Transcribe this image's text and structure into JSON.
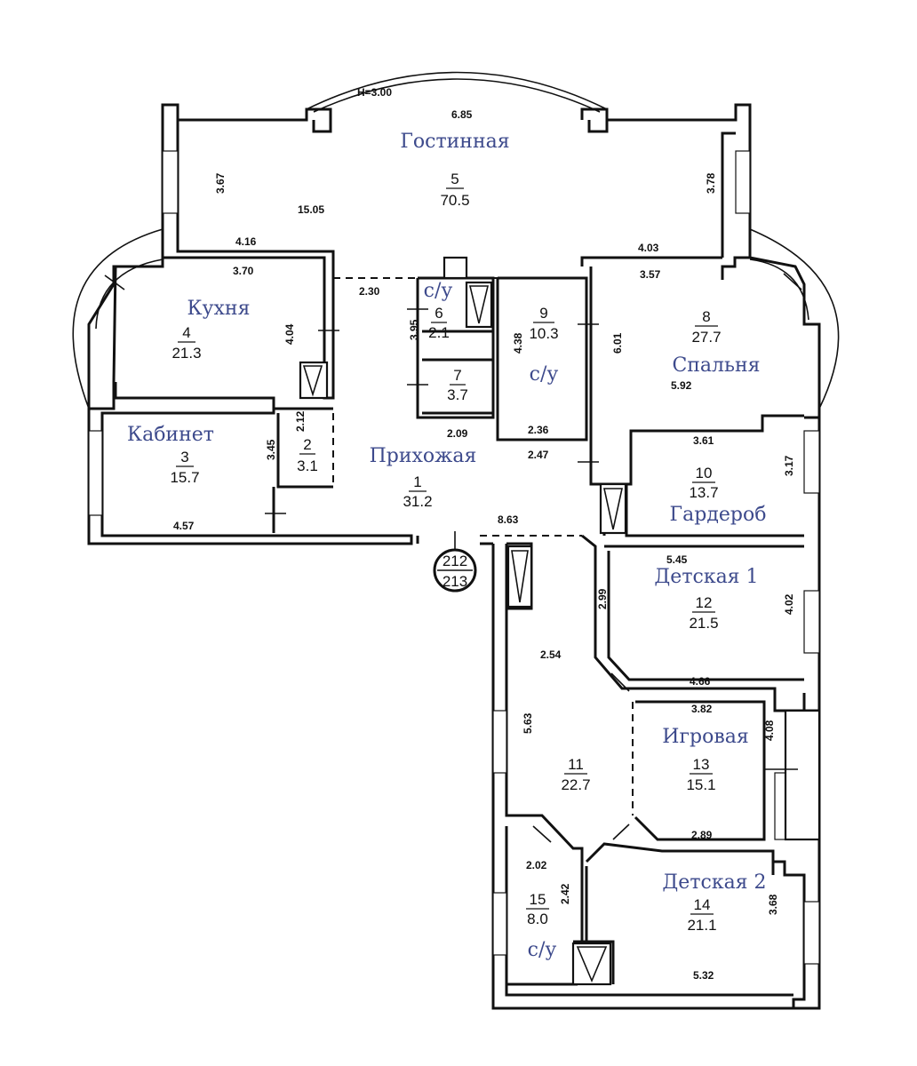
{
  "height_label": "H=3.00",
  "stair_label": [
    "212",
    "213"
  ],
  "rooms": [
    {
      "id": "r1",
      "number": "1",
      "area": "31.2",
      "name": "Прихожая"
    },
    {
      "id": "r2",
      "number": "2",
      "area": "3.1",
      "name": ""
    },
    {
      "id": "r3",
      "number": "3",
      "area": "15.7",
      "name": "Кабинет"
    },
    {
      "id": "r4",
      "number": "4",
      "area": "21.3",
      "name": "Кухня"
    },
    {
      "id": "r5",
      "number": "5",
      "area": "70.5",
      "name": "Гостинная"
    },
    {
      "id": "r6",
      "number": "6",
      "area": "2.1",
      "name": "с/у"
    },
    {
      "id": "r7",
      "number": "7",
      "area": "3.7",
      "name": ""
    },
    {
      "id": "r8",
      "number": "8",
      "area": "27.7",
      "name": "Спальня"
    },
    {
      "id": "r9",
      "number": "9",
      "area": "10.3",
      "name": "с/у"
    },
    {
      "id": "r10",
      "number": "10",
      "area": "13.7",
      "name": "Гардероб"
    },
    {
      "id": "r11",
      "number": "11",
      "area": "22.7",
      "name": ""
    },
    {
      "id": "r12",
      "number": "12",
      "area": "21.5",
      "name": "Детская 1"
    },
    {
      "id": "r13",
      "number": "13",
      "area": "15.1",
      "name": "Игровая"
    },
    {
      "id": "r14",
      "number": "14",
      "area": "21.1",
      "name": "Детская 2"
    },
    {
      "id": "r15",
      "number": "15",
      "area": "8.0",
      "name": "с/у"
    }
  ],
  "dimensions": [
    {
      "id": "d1",
      "value": "6.85"
    },
    {
      "id": "d2",
      "value": "3.67"
    },
    {
      "id": "d3",
      "value": "15.05"
    },
    {
      "id": "d4",
      "value": "3.78"
    },
    {
      "id": "d5",
      "value": "4.16"
    },
    {
      "id": "d6",
      "value": "4.03"
    },
    {
      "id": "d7",
      "value": "3.70"
    },
    {
      "id": "d8",
      "value": "2.30"
    },
    {
      "id": "d9",
      "value": "3.57"
    },
    {
      "id": "d10",
      "value": "4.04"
    },
    {
      "id": "d11",
      "value": "3.95"
    },
    {
      "id": "d12",
      "value": "4.38"
    },
    {
      "id": "d13",
      "value": "6.01"
    },
    {
      "id": "d14",
      "value": "5.92"
    },
    {
      "id": "d15",
      "value": "2.12"
    },
    {
      "id": "d16",
      "value": "2.09"
    },
    {
      "id": "d17",
      "value": "2.36"
    },
    {
      "id": "d18",
      "value": "3.61"
    },
    {
      "id": "d19",
      "value": "3.45"
    },
    {
      "id": "d20",
      "value": "2.47"
    },
    {
      "id": "d21",
      "value": "3.17"
    },
    {
      "id": "d22",
      "value": "4.57"
    },
    {
      "id": "d23",
      "value": "8.63"
    },
    {
      "id": "d24",
      "value": "5.45"
    },
    {
      "id": "d25",
      "value": "2.99"
    },
    {
      "id": "d26",
      "value": "4.02"
    },
    {
      "id": "d27",
      "value": "2.54"
    },
    {
      "id": "d28",
      "value": "4.66"
    },
    {
      "id": "d29",
      "value": "3.82"
    },
    {
      "id": "d30",
      "value": "5.63"
    },
    {
      "id": "d31",
      "value": "4.08"
    },
    {
      "id": "d32",
      "value": "2.89"
    },
    {
      "id": "d33",
      "value": "2.02"
    },
    {
      "id": "d34",
      "value": "2.42"
    },
    {
      "id": "d35",
      "value": "3.68"
    },
    {
      "id": "d36",
      "value": "5.32"
    }
  ]
}
